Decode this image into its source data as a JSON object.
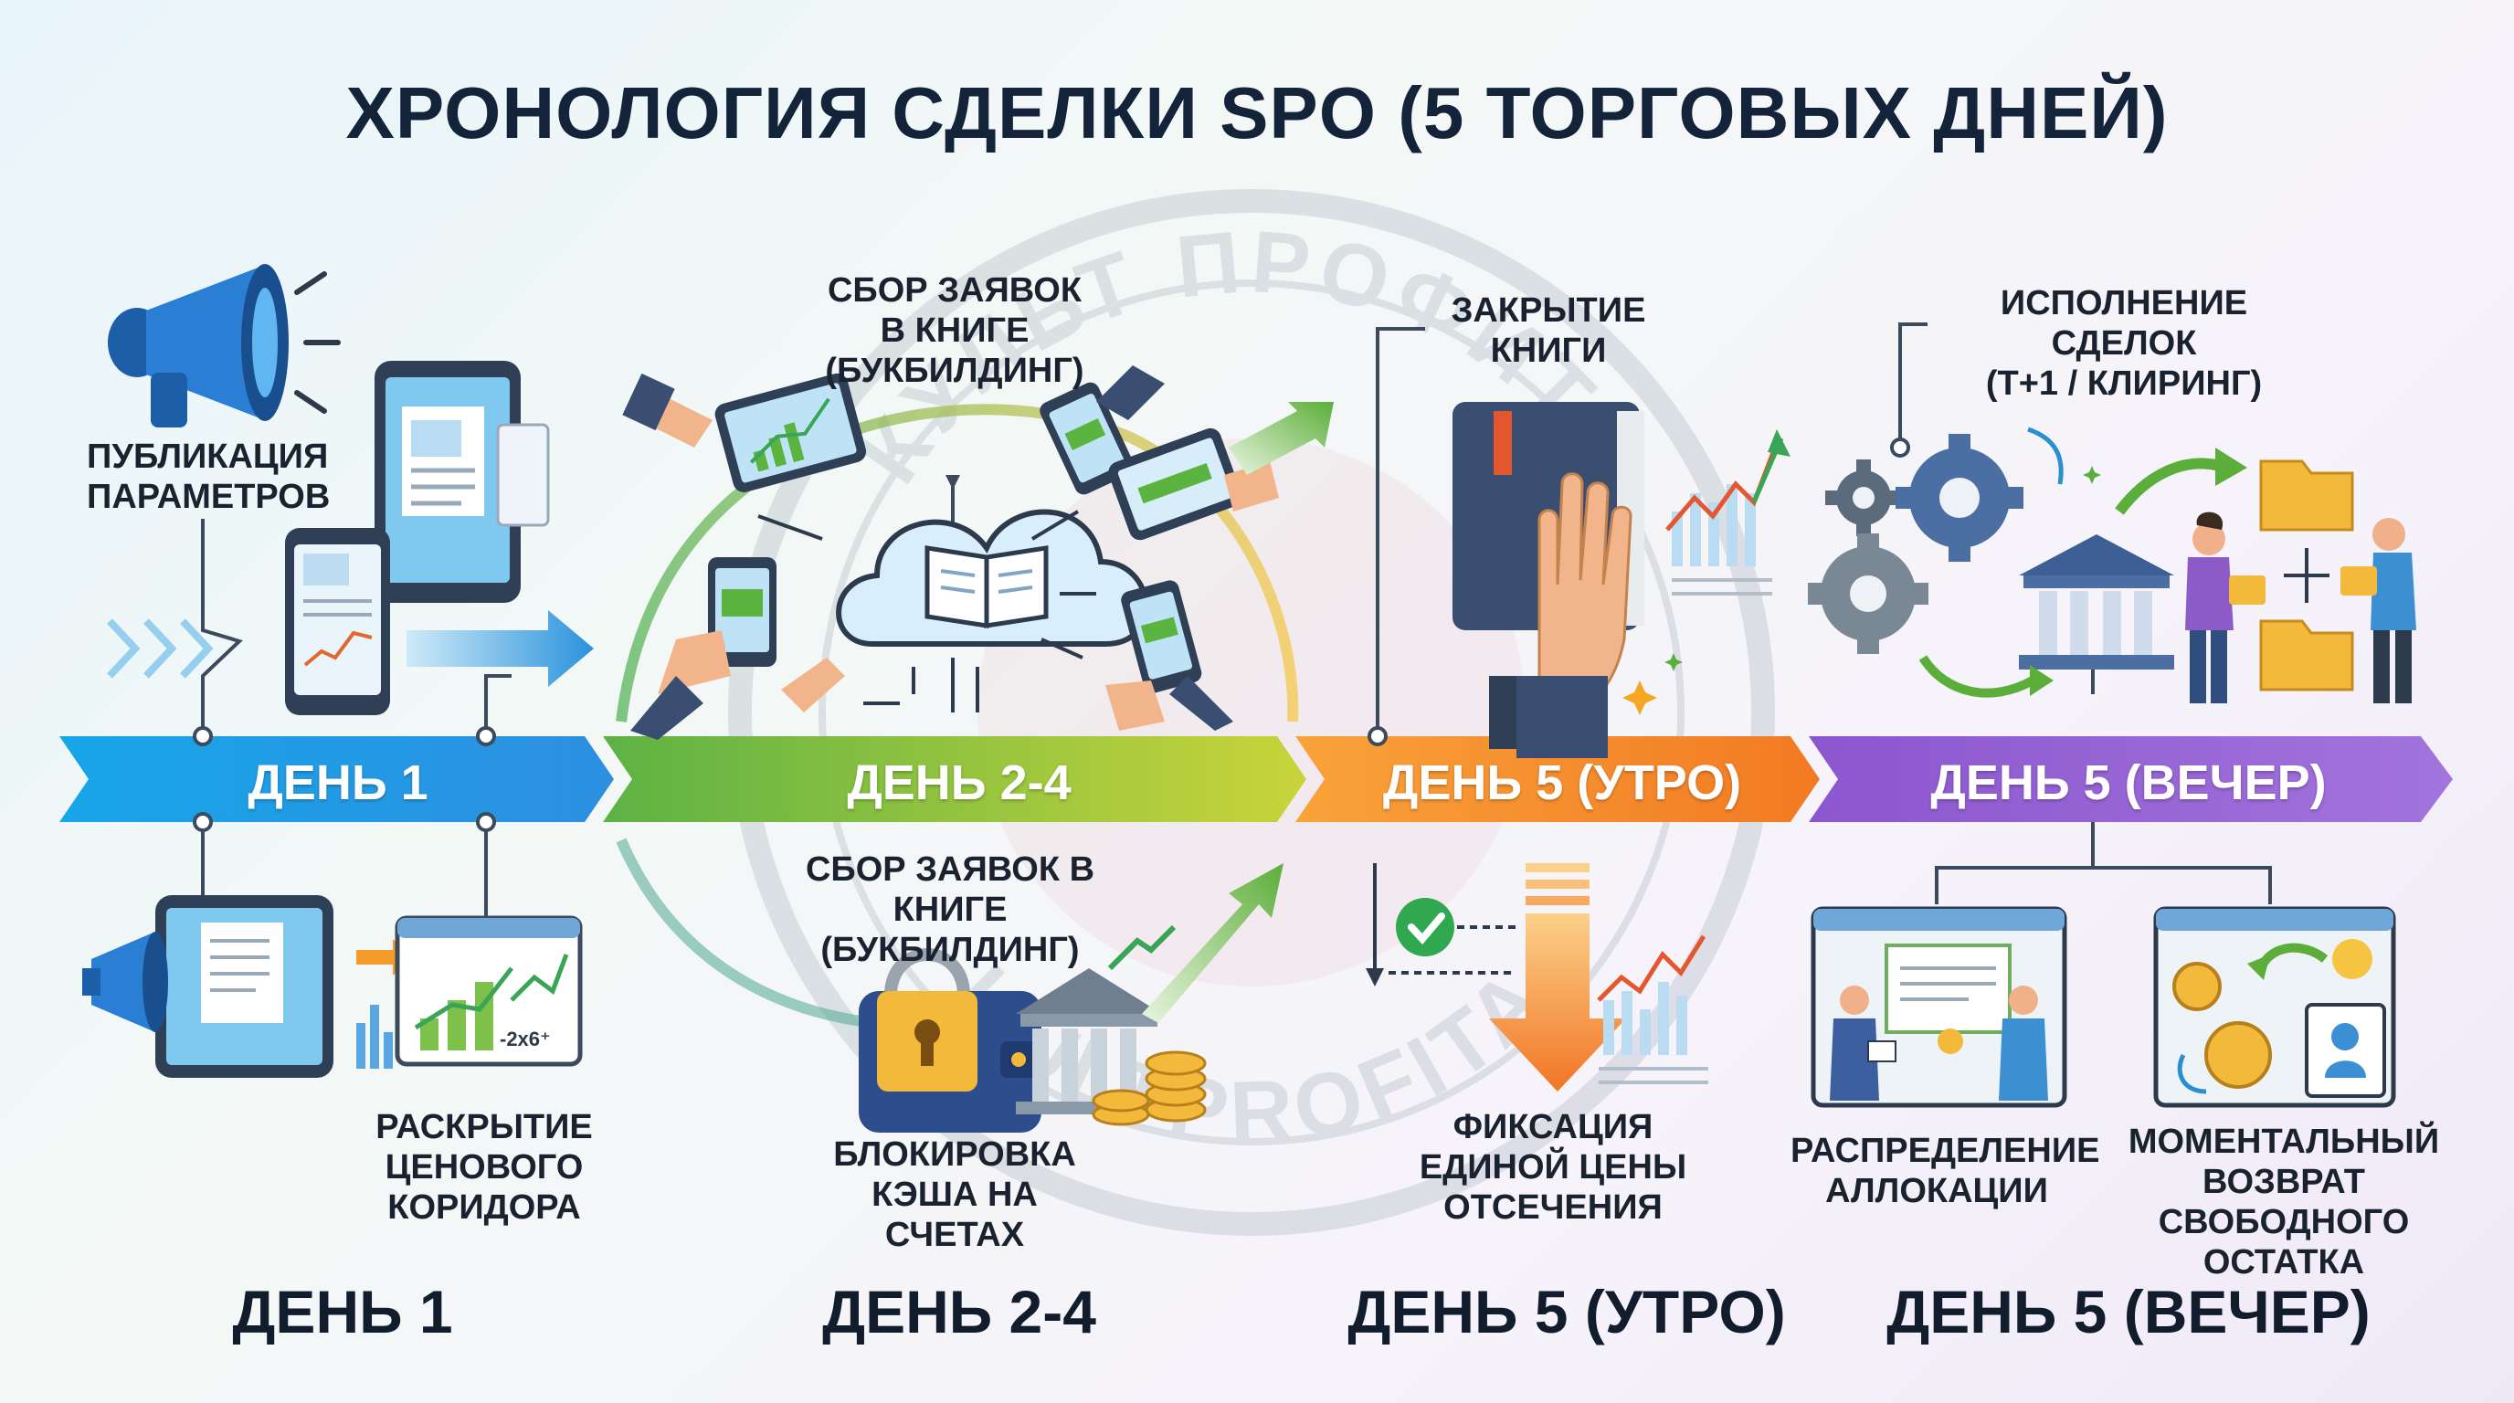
{
  "title": "ХРОНОЛОГИЯ СДЕЛКИ SPO (5 ТОРГОВЫХ ДНЕЙ)",
  "watermark": {
    "top_text": "КУЛЬТ ПРОФИТА",
    "bottom_text": "KULTPROFITA"
  },
  "ribbon": {
    "day1": "ДЕНЬ 1",
    "day2_4": "ДЕНЬ 2-4",
    "day5_morning": "ДЕНЬ 5 (УТРО)",
    "day5_evening": "ДЕНЬ 5 (ВЕЧЕР)",
    "colors": {
      "day1": "#1fa9e6",
      "day2_4": "#7fb83a",
      "day5_morning": "#f7942b",
      "day5_evening": "#8a4fc9"
    }
  },
  "labels": {
    "publish_params": "ПУБЛИКАЦИЯ\nПАРАМЕТРОВ",
    "price_range": "РАСКРЫТИЕ\nЦЕНОВОГО\nКОРИДОРА",
    "bookbuilding_top": "СБОР ЗАЯВОК\nВ КНИГЕ\n(БУКБИЛДИНГ)",
    "bookbuilding_bottom": "СБОР ЗАЯВОК В КНИГЕ\n(БУКБИЛДИНГ)",
    "cash_block": "БЛОКИРОВКА\nКЭША НА СЧЕТАХ",
    "book_close": "ЗАКРЫТИЕ\nКНИГИ",
    "cutoff_price": "ФИКСАЦИЯ\nЕДИНОЙ ЦЕНЫ\nОТСЕЧЕНИЯ",
    "execution": "ИСПОЛНЕНИЕ СДЕЛОК\n(T+1 / КЛИРИНГ)",
    "allocation": "РАСПРЕДЕЛЕНИЕ\nАЛЛОКАЦИИ",
    "refund": "МОМЕНТАЛЬНЫЙ\nВОЗВРАТ\nСВОБОДНОГО ОСТАТКА",
    "price_card_text": "-2x6⁺"
  },
  "bottom_days": {
    "day1": "ДЕНЬ 1",
    "day2_4": "ДЕНЬ 2-4",
    "day5_morning": "ДЕНЬ 5 (УТРО)",
    "day5_evening": "ДЕНЬ 5 (ВЕЧЕР)"
  },
  "icons": [
    "megaphone-icon",
    "tablet-document-icon",
    "phone-chart-icon",
    "cloud-book-icon",
    "hands-devices-icon",
    "padlock-wallet-icon",
    "bank-coins-icon",
    "book-hand-icon",
    "down-arrow-check-icon",
    "gears-icon",
    "bank-icon",
    "people-folders-icon",
    "certificate-people-icon",
    "coins-refund-icon"
  ]
}
